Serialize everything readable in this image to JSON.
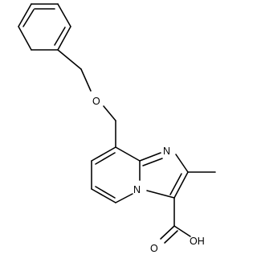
{
  "structure": {
    "atoms": {
      "ether_oxygen": "O",
      "imidazole_nitrogen": "N",
      "bridgehead_nitrogen": "N",
      "carbonyl_oxygen": "O",
      "hydroxyl": "OH"
    }
  },
  "colors": {
    "bond": "#000000",
    "label": "#000000",
    "background": "#ffffff"
  }
}
